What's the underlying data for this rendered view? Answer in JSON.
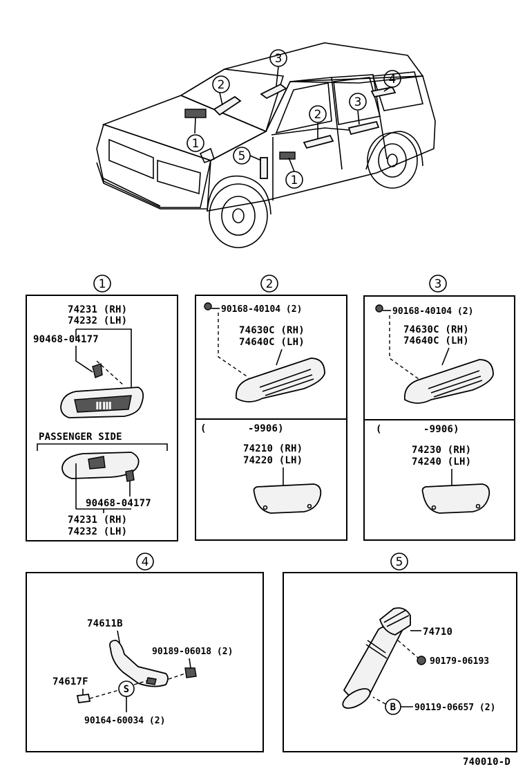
{
  "vehicle": {
    "callouts": [
      "1",
      "2",
      "3",
      "4",
      "5",
      "2",
      "3",
      "1"
    ]
  },
  "panels": {
    "p1": {
      "number": "1",
      "upper_part_rh": "74231 (RH)",
      "upper_part_lh": "74232 (LH)",
      "upper_clip": "90468-04177",
      "section_title": "PASSENGER SIDE",
      "lower_clip": "90468-04177",
      "lower_part_rh": "74231 (RH)",
      "lower_part_lh": "74232 (LH)"
    },
    "p2": {
      "number": "2",
      "screw": "90168-40104 (2)",
      "part_rh": "74630C (RH)",
      "part_lh": "74640C (LH)",
      "date_range": "(       -9906)",
      "alt_part_rh": "74210 (RH)",
      "alt_part_lh": "74220 (LH)"
    },
    "p3": {
      "number": "3",
      "screw": "90168-40104 (2)",
      "part_rh": "74630C (RH)",
      "part_lh": "74640C (LH)",
      "date_range": "(       -9906)",
      "alt_part_rh": "74230 (RH)",
      "alt_part_lh": "74240 (LH)"
    },
    "p4": {
      "number": "4",
      "grip": "74611B",
      "bolt": "90189-06018 (2)",
      "cap": "74617F",
      "s_marker": "S",
      "screw": "90164-60034 (2)"
    },
    "p5": {
      "number": "5",
      "holder": "74710",
      "nut": "90179-06193",
      "b_marker": "B",
      "bolt": "90119-06657 (2)"
    }
  },
  "diagram_code": "740010-D"
}
